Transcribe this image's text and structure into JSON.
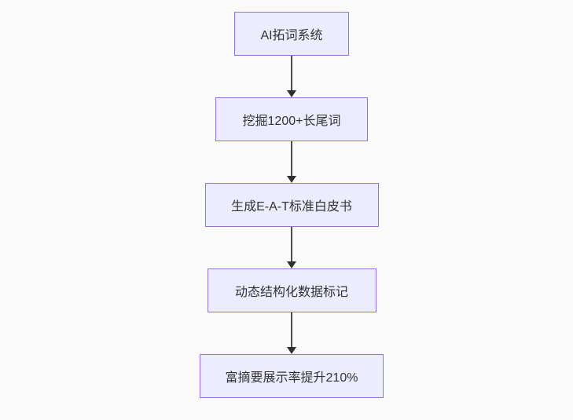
{
  "diagram": {
    "type": "flowchart",
    "direction": "top-down",
    "nodes": [
      {
        "id": "A",
        "label": "AI拓词系统"
      },
      {
        "id": "B",
        "label": "挖掘1200+长尾词"
      },
      {
        "id": "C",
        "label": "生成E-A-T标准白皮书"
      },
      {
        "id": "D",
        "label": "动态结构化数据标记"
      },
      {
        "id": "E",
        "label": "富摘要展示率提升210%"
      }
    ],
    "edges": [
      {
        "from": "A",
        "to": "B"
      },
      {
        "from": "B",
        "to": "C"
      },
      {
        "from": "C",
        "to": "D"
      },
      {
        "from": "D",
        "to": "E"
      }
    ],
    "colors": {
      "background": "#FAFAFA",
      "node_fill": "#ECECFF",
      "node_border": "#9370DB",
      "text": "#333333",
      "arrow": "#333333"
    }
  }
}
